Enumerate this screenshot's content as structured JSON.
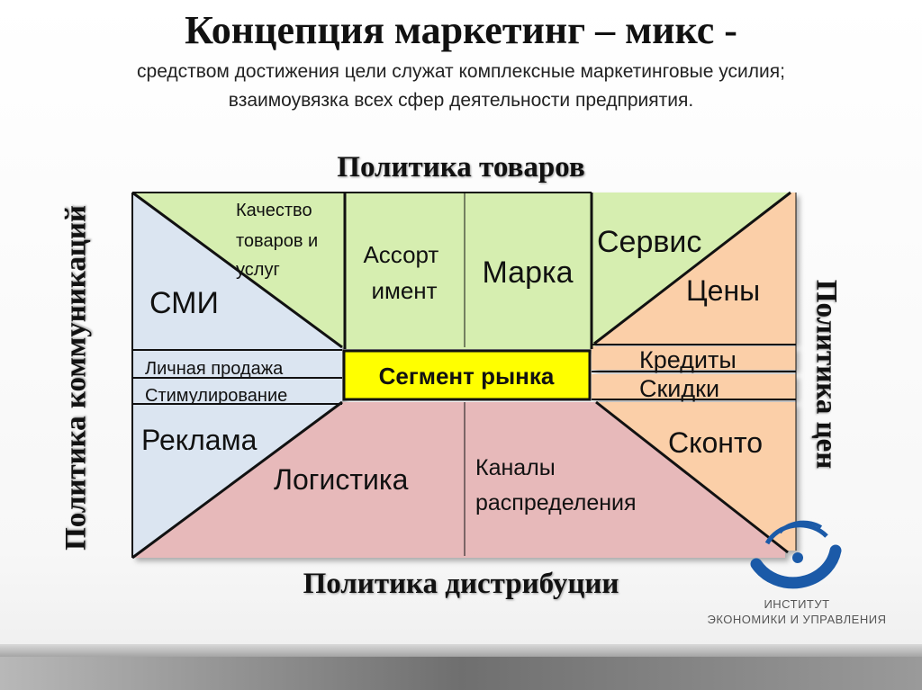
{
  "header": {
    "title": "Концепция маркетинг – микс -",
    "subtitle_line1": "средством достижения цели служат комплексные маркетинговые усилия;",
    "subtitle_line2": "взаимоувязка всех сфер деятельности предприятия."
  },
  "policies": {
    "top": "Политика товаров",
    "bottom": "Политика дистрибуции",
    "left": "Политика коммуникаций",
    "right": "Политика цен"
  },
  "cells": {
    "quality": [
      "Качество",
      "товаров и",
      "услуг"
    ],
    "assortment": [
      "Ассорт",
      "имент"
    ],
    "brand": "Марка",
    "service": "Сервис",
    "prices": "Цены",
    "media": "СМИ",
    "personal_selling": "Личная продажа",
    "stimulation": "Стимулирование",
    "segment": "Сегмент рынка",
    "credits": "Кредиты",
    "discounts": "Скидки",
    "advertising": "Реклама",
    "logistics": "Логистика",
    "channels": [
      "Каналы",
      "распределения"
    ],
    "skonto": "Сконто"
  },
  "colors": {
    "communications": "#dbe5f1",
    "product": "#d6eeb0",
    "price": "#fbcfa8",
    "distribution": "#e7b9ba",
    "segment": "#ffff00"
  },
  "logo": {
    "line1": "ИНСТИТУТ",
    "line2": "ЭКОНОМИКИ И УПРАВЛЕНИЯ"
  }
}
